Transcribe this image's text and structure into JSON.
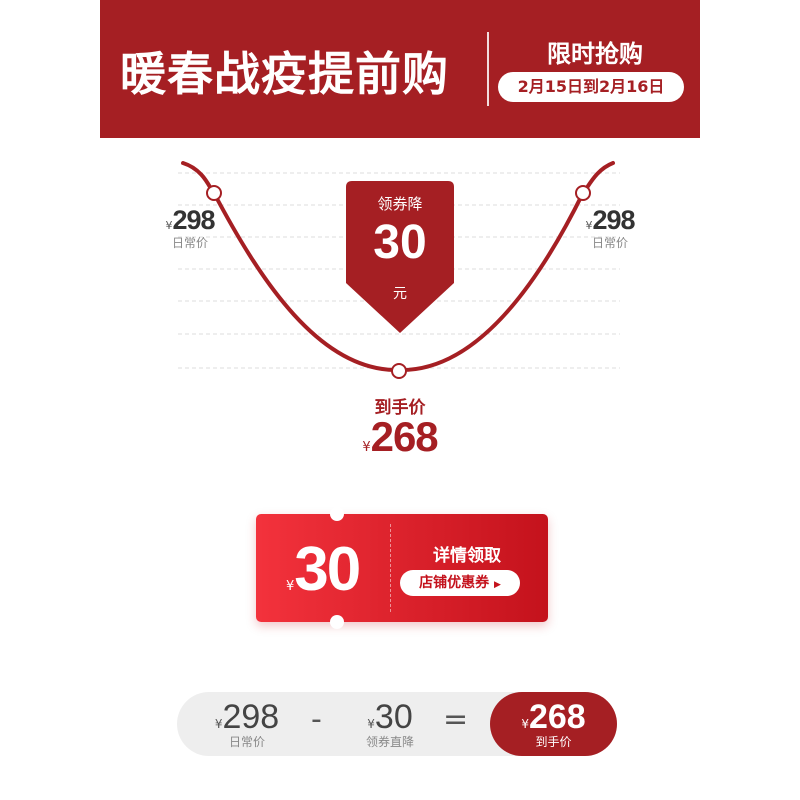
{
  "banner": {
    "title": "暖春战疫提前购",
    "flash_sale": "限时抢购",
    "date_range": "2月15日到2月16日"
  },
  "curve": {
    "left_price": {
      "currency": "¥",
      "amount": "298",
      "label": "日常价"
    },
    "right_price": {
      "currency": "¥",
      "amount": "298",
      "label": "日常价"
    },
    "tag": {
      "top": "领券降",
      "amount": "30",
      "unit": "元"
    },
    "final": {
      "label": "到手价",
      "currency": "¥",
      "amount": "268"
    }
  },
  "coupon": {
    "currency": "¥",
    "amount": "30",
    "detail": "详情领取",
    "button": "店铺优惠券"
  },
  "equation": {
    "regular": {
      "currency": "¥",
      "amount": "298",
      "label": "日常价"
    },
    "minus": "-",
    "discount": {
      "currency": "¥",
      "amount": "30",
      "label": "领券直降"
    },
    "equals": "=",
    "final": {
      "currency": "¥",
      "amount": "268",
      "label": "到手价"
    }
  },
  "colors": {
    "brand_red": "#a51f23",
    "coupon_red": "#f3323c"
  }
}
